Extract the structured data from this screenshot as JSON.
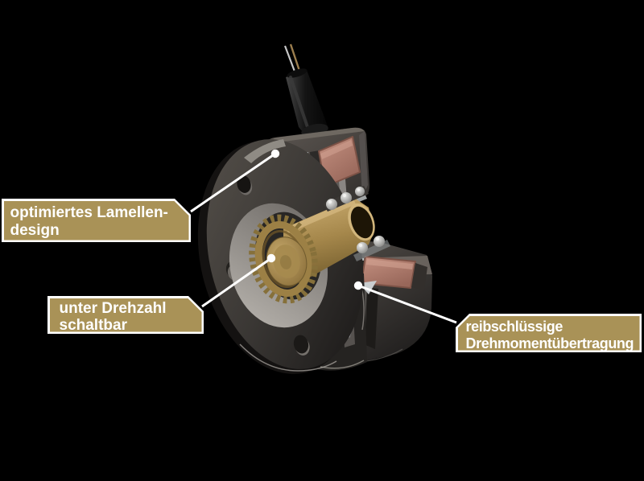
{
  "scene": {
    "type": "technical-illustration",
    "subject": "cutaway 3D render of an electromagnetic multi-plate clutch with connection cable",
    "background_color": "#000000"
  },
  "palette": {
    "background": "#000000",
    "callout_fill": "#a99257",
    "callout_border": "#ffffff",
    "callout_text": "#ffffff",
    "leader_line": "#ffffff",
    "brass": "#a98c50",
    "coil_copper": "#b5827a",
    "steel": "#c6cacc",
    "housing_gray": "#4a4542",
    "cable_black": "#161616"
  },
  "callouts": [
    {
      "id": "lamellen-design",
      "line1": "optimiertes Lamellen-",
      "line2": "design",
      "points_to": "lamella-pack"
    },
    {
      "id": "unter-drehzahl",
      "line1": "unter Drehzahl",
      "line2": "schaltbar",
      "points_to": "hub-shaft"
    },
    {
      "id": "reibschluss",
      "line1": "reibschlüssige",
      "line2": "Drehmomentübertragung",
      "points_to": "friction-plates"
    }
  ]
}
